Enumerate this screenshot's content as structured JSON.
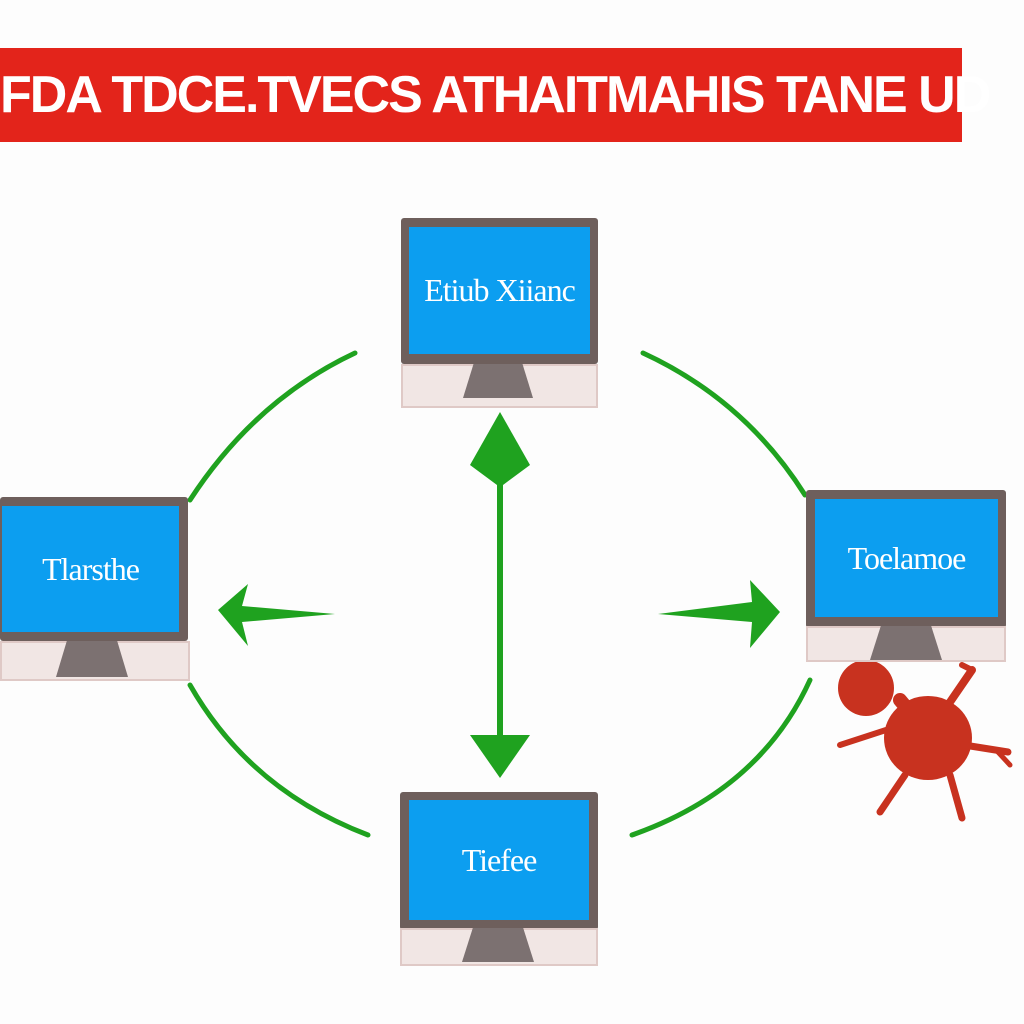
{
  "title": "FDA TDCE.TVECS ATHAITMAHIS TANE UD",
  "colors": {
    "banner": "#e3241b",
    "screen": "#0c9ef0",
    "connector": "#1fa21f",
    "threat": "#c8321f"
  },
  "nodes": {
    "top": {
      "label": "Etiub Xiianc"
    },
    "left": {
      "label": "Tlarsthe"
    },
    "right": {
      "label": "Toelamoe"
    },
    "bottom": {
      "label": "Tiefee"
    }
  },
  "threat": {
    "icon": "bug-icon"
  }
}
